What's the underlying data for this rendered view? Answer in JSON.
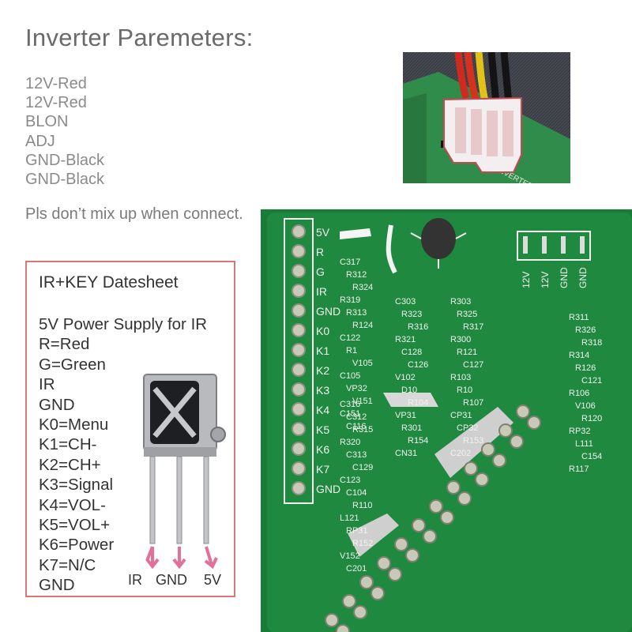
{
  "title": "Inverter Paremeters:",
  "inverter_params": [
    "12V-Red",
    "12V-Red",
    "BLON",
    "ADJ",
    "GND-Black",
    "GND-Black"
  ],
  "warning": "Pls don’t mix up when connect.",
  "datasheet": {
    "heading": "IR+KEY Datesheet",
    "lines": [
      "5V Power Supply for IR",
      "R=Red",
      "G=Green",
      "IR",
      "GND",
      "K0=Menu",
      "K1=CH-",
      "K2=CH+",
      "K3=Signal",
      "K4=VOL-",
      "K5=VOL+",
      "K6=Power",
      "K7=N/C",
      "GND"
    ],
    "pin_labels": [
      "IR",
      "GND",
      "5V"
    ]
  },
  "board": {
    "header_labels": [
      "5V",
      "R",
      "G",
      "IR",
      "GND",
      "K0",
      "K1",
      "K2",
      "K3",
      "K4",
      "K5",
      "K6",
      "K7",
      "GND"
    ],
    "inverter_pins": [
      "12V",
      "12V",
      "GND",
      "GND"
    ],
    "silkscreen": [
      "C317",
      "C316",
      "C303",
      "R303",
      "R311",
      "R312",
      "C312",
      "R323",
      "R325",
      "R326",
      "R324",
      "R315",
      "R316",
      "R317",
      "R318",
      "R319",
      "R320",
      "R321",
      "R300",
      "R314",
      "R313",
      "C313",
      "C128",
      "R121",
      "R126",
      "R124",
      "C129",
      "C126",
      "C127",
      "C121",
      "C122",
      "C123",
      "V102",
      "R103",
      "R106",
      "R1",
      "C104",
      "D10",
      "R10",
      "V106",
      "V105",
      "R110",
      "R104",
      "R107",
      "R120",
      "C105",
      "L121",
      "VP31",
      "CP31",
      "RP32",
      "VP32",
      "RP31",
      "R301",
      "CP32",
      "L111",
      "V151",
      "R152",
      "R154",
      "R153",
      "C154",
      "C151",
      "V152",
      "CN31",
      "C202",
      "R117",
      "C116",
      "C201"
    ]
  },
  "colors": {
    "pcb": "#1f8a3f",
    "pcb_dark": "#17713a",
    "silk": "#f2f2ee",
    "pad": "#c9c9b8",
    "box_border": "#d97777",
    "arrow": "#e2719a"
  }
}
